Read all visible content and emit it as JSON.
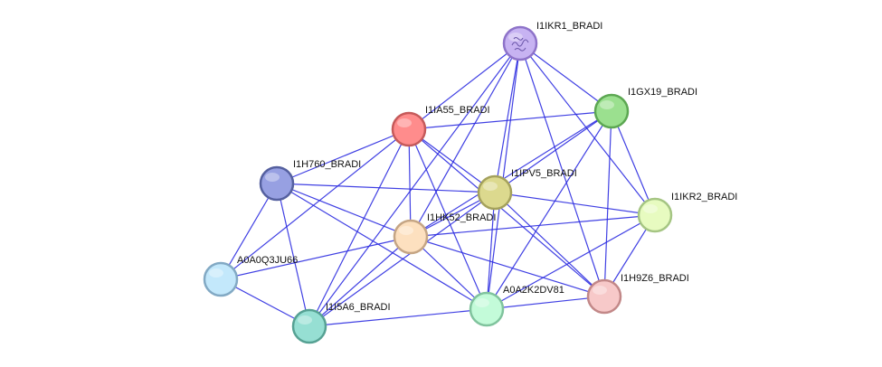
{
  "network": {
    "edge_color": "#2b2be0",
    "nodes": [
      {
        "id": "I1IKR1_BRADI",
        "label": "I1IKR1_BRADI",
        "fill": "#c7b3f2",
        "stroke": "#8e73c9",
        "icon": "protein-structure-icon"
      },
      {
        "id": "I1GX19_BRADI",
        "label": "I1GX19_BRADI",
        "fill": "#9be08f",
        "stroke": "#5ca752"
      },
      {
        "id": "I1IA55_BRADI",
        "label": "I1IA55_BRADI",
        "fill": "#ff8c8c",
        "stroke": "#c55a5a"
      },
      {
        "id": "I1H760_BRADI",
        "label": "I1H760_BRADI",
        "fill": "#97a0e2",
        "stroke": "#55609f"
      },
      {
        "id": "I1IPV5_BRADI",
        "label": "I1IPV5_BRADI",
        "fill": "#dcd98e",
        "stroke": "#a4a15c"
      },
      {
        "id": "I1IKR2_BRADI",
        "label": "I1IKR2_BRADI",
        "fill": "#e7fbc0",
        "stroke": "#a5c583"
      },
      {
        "id": "I1HK52_BRADI",
        "label": "I1HK52_BRADI",
        "fill": "#fde0bf",
        "stroke": "#c5a584"
      },
      {
        "id": "A0A0Q3JU66",
        "label": "A0A0Q3JU66",
        "fill": "#c3e8fb",
        "stroke": "#82a9c4"
      },
      {
        "id": "I1H9Z6_BRADI",
        "label": "I1H9Z6_BRADI",
        "fill": "#f7c9c9",
        "stroke": "#c28888"
      },
      {
        "id": "A0A2K2DV81",
        "label": "A0A2K2DV81",
        "fill": "#c3fbd9",
        "stroke": "#80c39d"
      },
      {
        "id": "I1I5A6_BRADI",
        "label": "I1I5A6_BRADI",
        "fill": "#96dfd3",
        "stroke": "#56a193"
      }
    ],
    "edges": [
      [
        "I1IKR1_BRADI",
        "I1GX19_BRADI"
      ],
      [
        "I1IKR1_BRADI",
        "I1IA55_BRADI"
      ],
      [
        "I1IKR1_BRADI",
        "I1IPV5_BRADI"
      ],
      [
        "I1IKR1_BRADI",
        "I1HK52_BRADI"
      ],
      [
        "I1IKR1_BRADI",
        "I1IKR2_BRADI"
      ],
      [
        "I1IKR1_BRADI",
        "I1H9Z6_BRADI"
      ],
      [
        "I1IKR1_BRADI",
        "A0A2K2DV81"
      ],
      [
        "I1IKR1_BRADI",
        "I1I5A6_BRADI"
      ],
      [
        "I1GX19_BRADI",
        "I1IA55_BRADI"
      ],
      [
        "I1GX19_BRADI",
        "I1IPV5_BRADI"
      ],
      [
        "I1GX19_BRADI",
        "I1HK52_BRADI"
      ],
      [
        "I1GX19_BRADI",
        "I1IKR2_BRADI"
      ],
      [
        "I1GX19_BRADI",
        "I1H9Z6_BRADI"
      ],
      [
        "I1GX19_BRADI",
        "A0A2K2DV81"
      ],
      [
        "I1IA55_BRADI",
        "I1H760_BRADI"
      ],
      [
        "I1IA55_BRADI",
        "I1IPV5_BRADI"
      ],
      [
        "I1IA55_BRADI",
        "I1HK52_BRADI"
      ],
      [
        "I1IA55_BRADI",
        "A0A0Q3JU66"
      ],
      [
        "I1IA55_BRADI",
        "I1H9Z6_BRADI"
      ],
      [
        "I1IA55_BRADI",
        "A0A2K2DV81"
      ],
      [
        "I1IA55_BRADI",
        "I1I5A6_BRADI"
      ],
      [
        "I1H760_BRADI",
        "I1IPV5_BRADI"
      ],
      [
        "I1H760_BRADI",
        "I1HK52_BRADI"
      ],
      [
        "I1H760_BRADI",
        "A0A0Q3JU66"
      ],
      [
        "I1H760_BRADI",
        "I1I5A6_BRADI"
      ],
      [
        "I1H760_BRADI",
        "A0A2K2DV81"
      ],
      [
        "I1IPV5_BRADI",
        "I1IKR2_BRADI"
      ],
      [
        "I1IPV5_BRADI",
        "I1HK52_BRADI"
      ],
      [
        "I1IPV5_BRADI",
        "I1H9Z6_BRADI"
      ],
      [
        "I1IPV5_BRADI",
        "A0A2K2DV81"
      ],
      [
        "I1IPV5_BRADI",
        "I1I5A6_BRADI"
      ],
      [
        "I1IKR2_BRADI",
        "I1HK52_BRADI"
      ],
      [
        "I1IKR2_BRADI",
        "I1H9Z6_BRADI"
      ],
      [
        "I1IKR2_BRADI",
        "A0A2K2DV81"
      ],
      [
        "I1HK52_BRADI",
        "A0A0Q3JU66"
      ],
      [
        "I1HK52_BRADI",
        "I1I5A6_BRADI"
      ],
      [
        "I1HK52_BRADI",
        "A0A2K2DV81"
      ],
      [
        "I1HK52_BRADI",
        "I1H9Z6_BRADI"
      ],
      [
        "A0A0Q3JU66",
        "I1I5A6_BRADI"
      ],
      [
        "A0A2K2DV81",
        "I1H9Z6_BRADI"
      ],
      [
        "A0A2K2DV81",
        "I1I5A6_BRADI"
      ]
    ]
  }
}
